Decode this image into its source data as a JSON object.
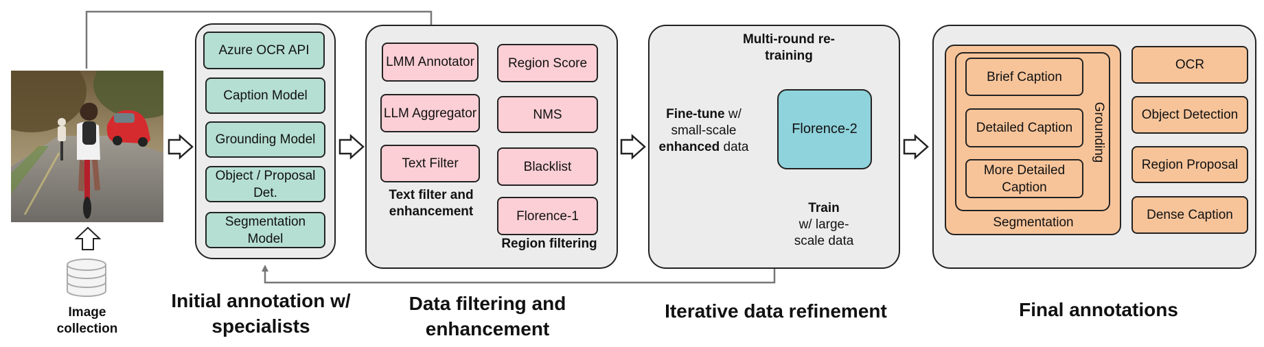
{
  "image_collection": {
    "label": "Image collection",
    "database_icon": "database-icon"
  },
  "stage1": {
    "title": "Initial annotation w/ specialists",
    "boxes": [
      "Azure OCR API",
      "Caption Model",
      "Grounding Model",
      "Object / Proposal Det.",
      "Segmentation Model"
    ]
  },
  "stage2": {
    "title": "Data filtering and enhancement",
    "text_col": [
      "LMM Annotator",
      "LLM Aggregator",
      "Text Filter"
    ],
    "text_col_label": "Text filter and enhancement",
    "region_col": [
      "Region Score",
      "NMS",
      "Blacklist",
      "Florence-1"
    ],
    "region_col_label": "Region filtering"
  },
  "stage3": {
    "title": "Iterative data refinement",
    "retrain_label": "Multi-round re-training",
    "finetune_bold1": "Fine-tune",
    "finetune_text1": " w/",
    "finetune_text2": "small-scale",
    "finetune_bold2": "enhanced",
    "finetune_text3": " data",
    "train_bold": "Train",
    "train_text": "w/ large-scale data",
    "model": "Florence-2"
  },
  "stage4": {
    "title": "Final annotations",
    "captions": [
      "Brief Caption",
      "Detailed Caption",
      "More Detailed Caption"
    ],
    "grounding_label": "Grounding",
    "segmentation_label": "Segmentation",
    "right_boxes": [
      "OCR",
      "Object Detection",
      "Region Proposal",
      "Dense Caption"
    ]
  },
  "colors": {
    "specialist_box": "#b5dfd2",
    "filter_box": "#fbcfd5",
    "final_box": "#f7c49a",
    "model_box": "#8fd3dc",
    "panel": "#ececec"
  }
}
